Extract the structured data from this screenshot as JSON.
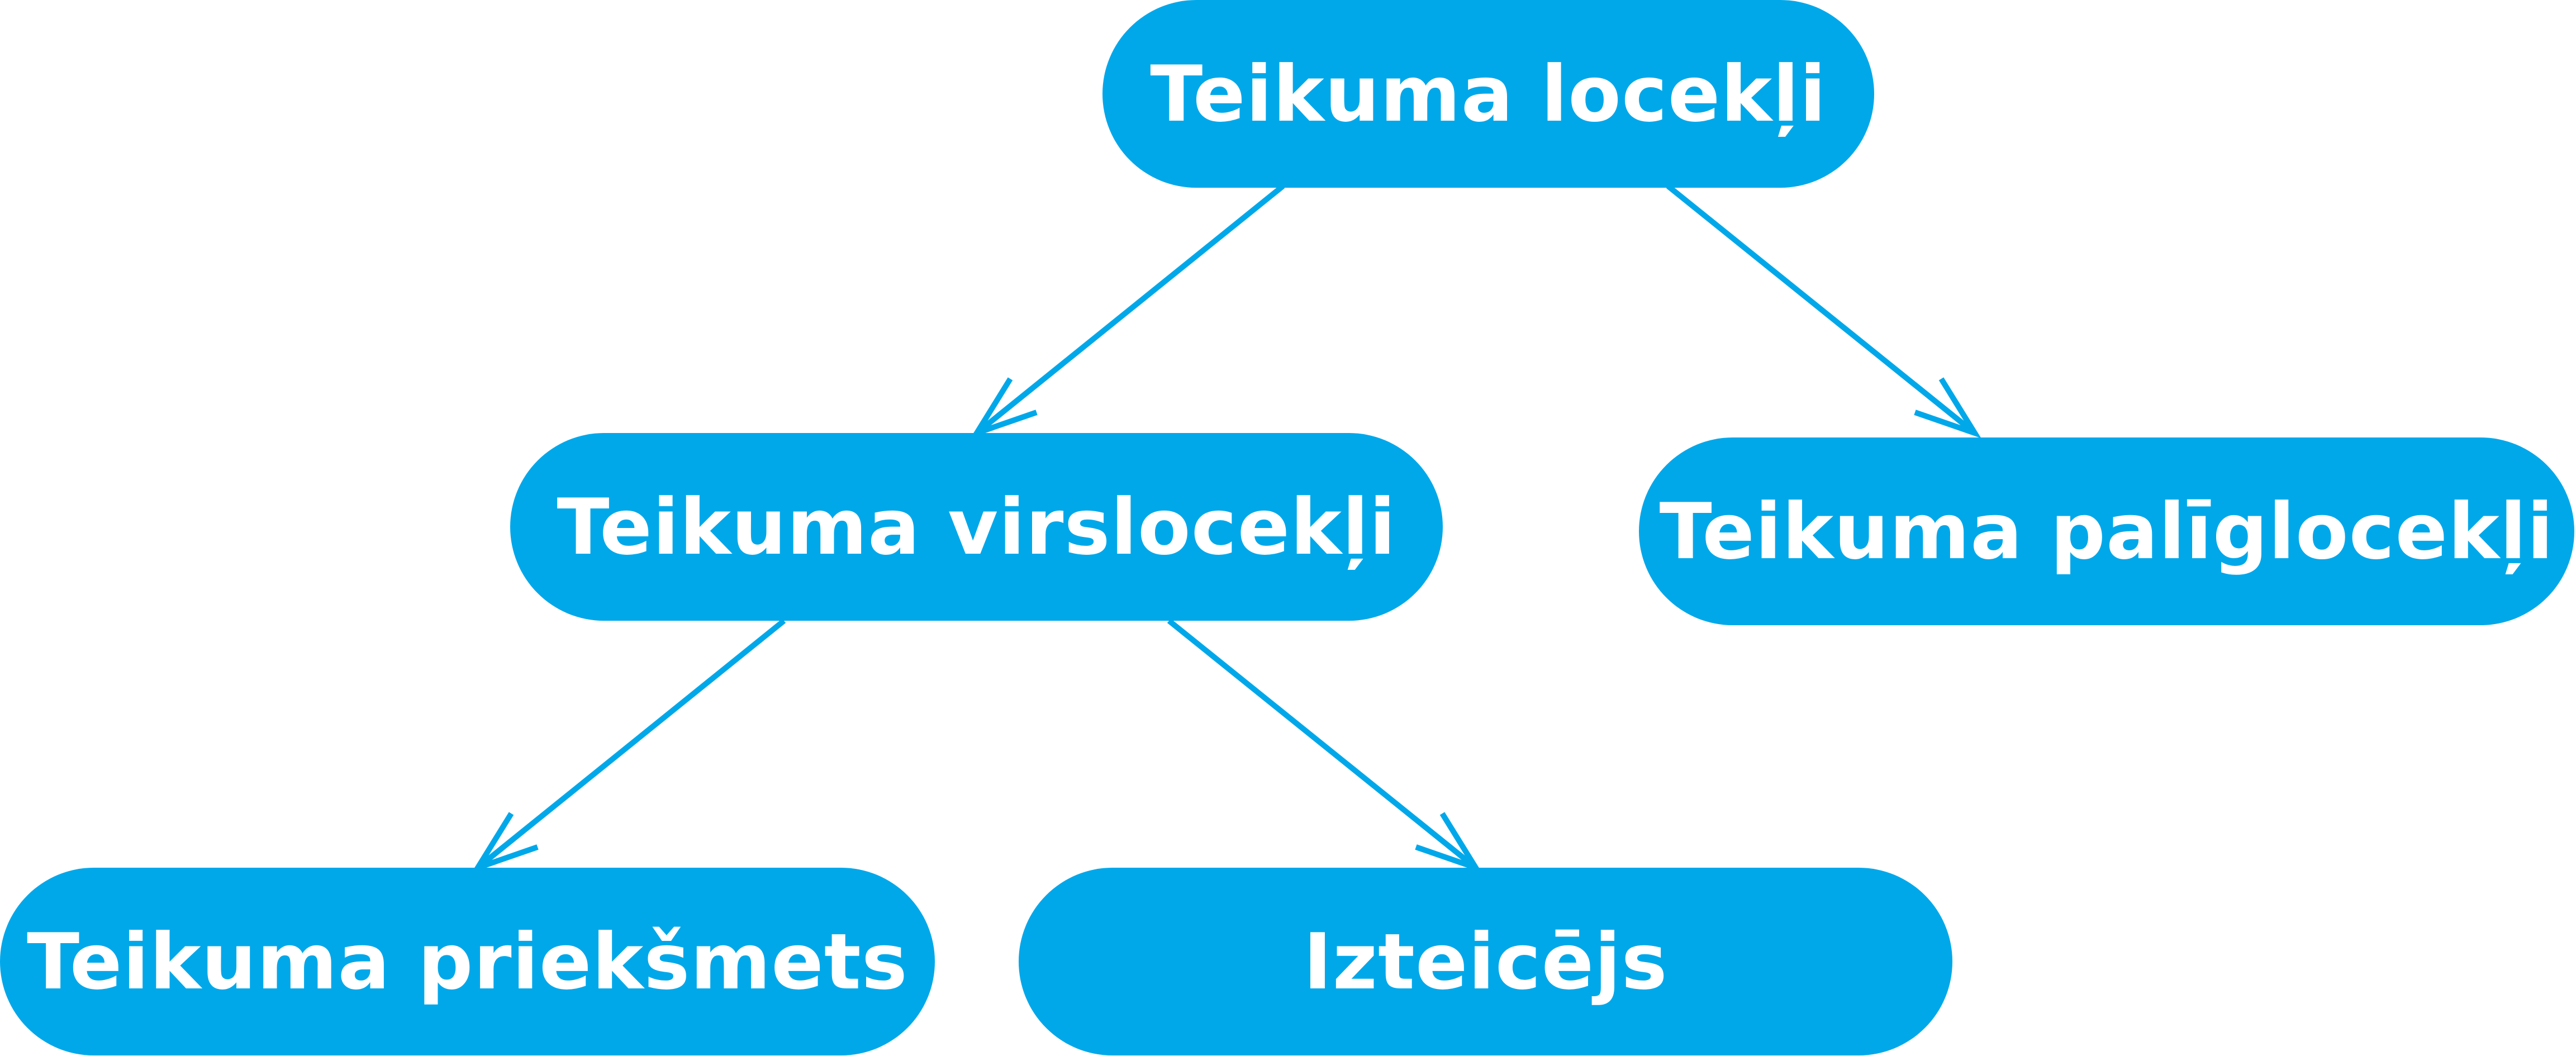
{
  "diagram": {
    "accent_color": "#00a8ea",
    "text_color": "#ffffff",
    "nodes": {
      "root": {
        "label": "Teikuma locekļi"
      },
      "virs": {
        "label": "Teikuma virslocekļi"
      },
      "palig": {
        "label": "Teikuma palīglocekļi"
      },
      "subj": {
        "label": "Teikuma priekšmets"
      },
      "pred": {
        "label": "Izteicējs"
      }
    },
    "edges": [
      {
        "from": "root",
        "to": "virs"
      },
      {
        "from": "root",
        "to": "palig"
      },
      {
        "from": "virs",
        "to": "subj"
      },
      {
        "from": "virs",
        "to": "pred"
      }
    ]
  }
}
